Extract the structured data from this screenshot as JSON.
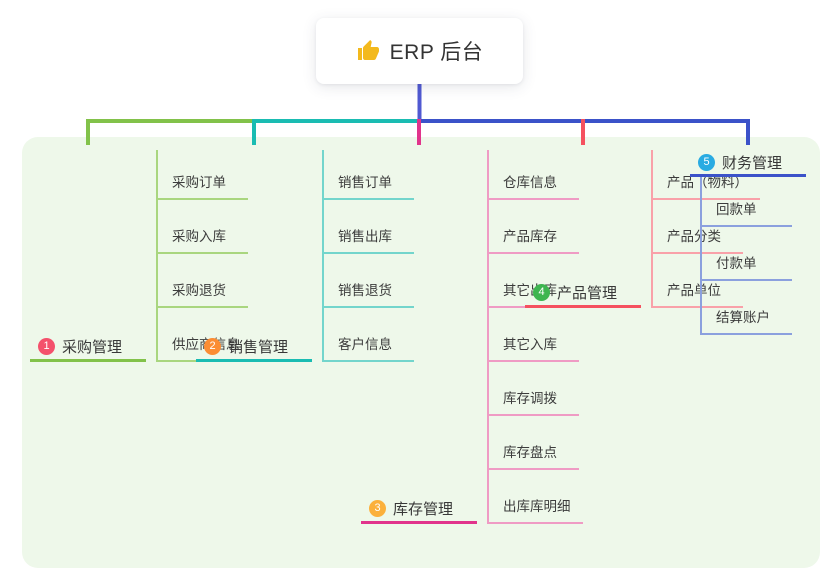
{
  "root": {
    "label": "ERP 后台",
    "icon": "thumbs-up-icon",
    "icon_color": "#f3b91d"
  },
  "theme": {
    "canvas_background": "#ffffff",
    "panel_background": "#eef8ea",
    "stem_color": "#5059d2",
    "text_color": "#383838"
  },
  "branches": [
    {
      "number": "1",
      "label": "采购管理",
      "badge_color": "#f4516c",
      "line_color": "#82c24a",
      "sub_line_color": "#a9d67f",
      "children": [
        "采购订单",
        "采购入库",
        "采购退货",
        "供应商信息"
      ]
    },
    {
      "number": "2",
      "label": "销售管理",
      "badge_color": "#fb8d34",
      "line_color": "#1abcb2",
      "sub_line_color": "#73d5cc",
      "children": [
        "销售订单",
        "销售出库",
        "销售退货",
        "客户信息"
      ]
    },
    {
      "number": "3",
      "label": "库存管理",
      "badge_color": "#fbb03b",
      "line_color": "#e1348c",
      "sub_line_color": "#ef9bc4",
      "children": [
        "仓库信息",
        "产品库存",
        "其它出库",
        "其它入库",
        "库存调拨",
        "库存盘点",
        "出库库明细"
      ]
    },
    {
      "number": "4",
      "label": "产品管理",
      "badge_color": "#3eb550",
      "line_color": "#f5515f",
      "sub_line_color": "#f9a1a9",
      "children": [
        "产品（物料）",
        "产品分类",
        "产品单位"
      ]
    },
    {
      "number": "5",
      "label": "财务管理",
      "badge_color": "#29abe2",
      "line_color": "#3b52c9",
      "sub_line_color": "#8ba0de",
      "children": [
        "回款单",
        "付款单",
        "结算账户"
      ]
    }
  ]
}
